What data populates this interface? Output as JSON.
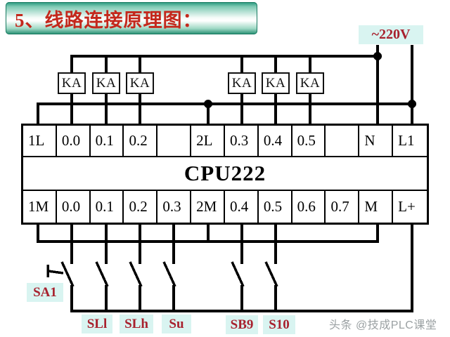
{
  "title": "5、线路连接原理图：",
  "power": {
    "voltage_label": "~220V"
  },
  "relays": {
    "items": [
      {
        "label": "KA"
      },
      {
        "label": "KA"
      },
      {
        "label": "KA"
      },
      {
        "label": "KA"
      },
      {
        "label": "KA"
      },
      {
        "label": "KA"
      }
    ]
  },
  "plc": {
    "model": "CPU222",
    "top_row": [
      "1L",
      "0.0",
      "0.1",
      "0.2",
      "",
      "2L",
      "0.3",
      "0.4",
      "0.5",
      "",
      "N",
      "L1"
    ],
    "bottom_row": [
      "1M",
      "0.0",
      "0.1",
      "0.2",
      "0.3",
      "2M",
      "0.4",
      "0.5",
      "0.6",
      "0.7",
      "M",
      "L+"
    ]
  },
  "switches": {
    "selector": {
      "label": "SA1"
    },
    "items": [
      {
        "label": "SLl"
      },
      {
        "label": "SLh"
      },
      {
        "label": "Su"
      },
      {
        "label": "SB9"
      },
      {
        "label": "S10"
      }
    ]
  },
  "watermark": "头条 @技成PLC课堂",
  "colors": {
    "title_red": "#c4281c",
    "label_red": "#a8212e",
    "label_bg": "#d9f4f1",
    "bar_green": "#23957a",
    "wire_black": "#000000",
    "watermark_gray": "#9ba1a3"
  }
}
